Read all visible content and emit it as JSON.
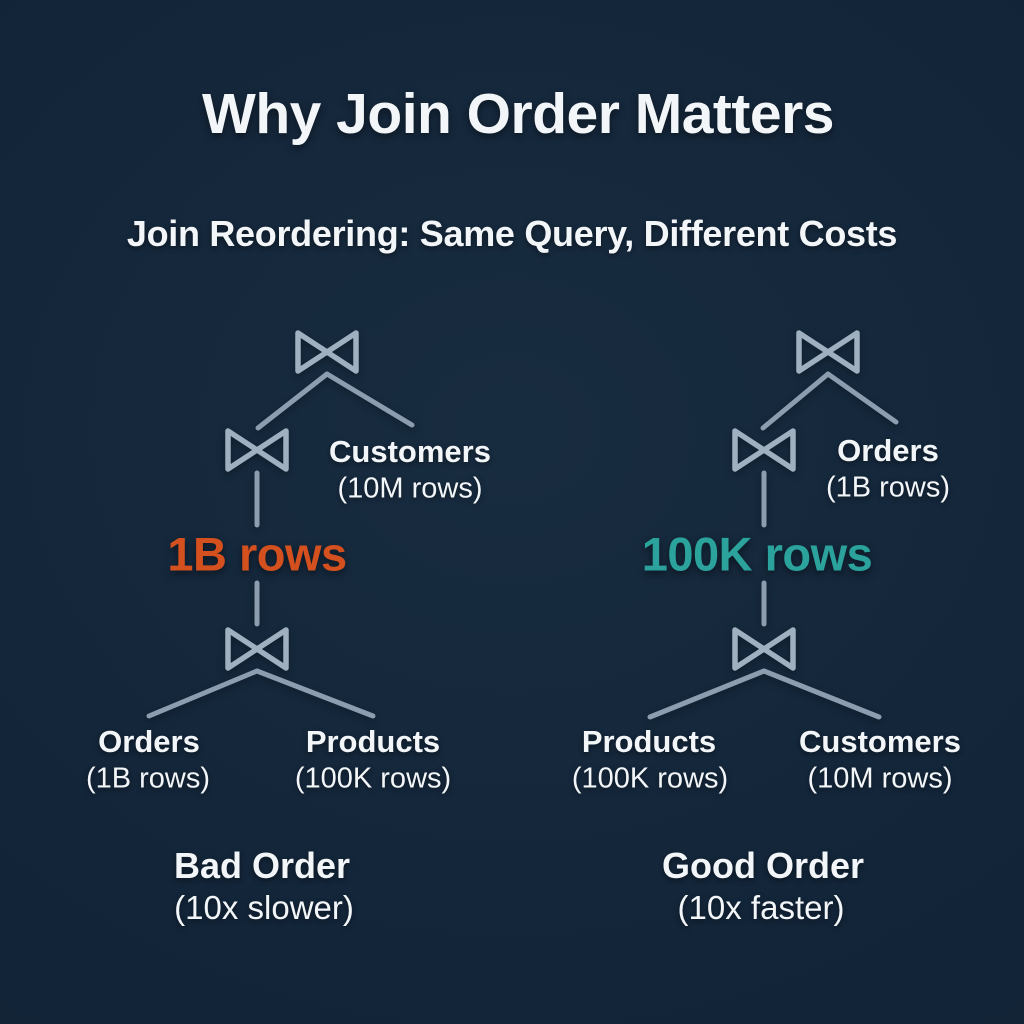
{
  "header": {
    "title": "Why Join Order Matters",
    "subtitle": "Join Reordering: Same Query, Different Costs"
  },
  "icons": {
    "join_operator": "join-bowtie-icon"
  },
  "colors": {
    "background": "#132539",
    "text": "#f3f6f8",
    "join_symbol": "#9fb0c0",
    "edge": "#8b9dae",
    "bad_accent": "#d4501e",
    "good_accent": "#2ba29b"
  },
  "trees": {
    "bad": {
      "mid_leaf": {
        "name": "Customers",
        "rows": "(10M rows)"
      },
      "intermediate_rows": "1B rows",
      "left_leaf": {
        "name": "Orders",
        "rows": "(1B rows)"
      },
      "right_leaf": {
        "name": "Products",
        "rows": "(100K rows)"
      },
      "caption": "Bad Order",
      "caption_note": "(10x slower)"
    },
    "good": {
      "mid_leaf": {
        "name": "Orders",
        "rows": "(1B rows)"
      },
      "intermediate_rows": "100K rows",
      "left_leaf": {
        "name": "Products",
        "rows": "(100K rows)"
      },
      "right_leaf": {
        "name": "Customers",
        "rows": "(10M rows)"
      },
      "caption": "Good Order",
      "caption_note": "(10x faster)"
    }
  }
}
